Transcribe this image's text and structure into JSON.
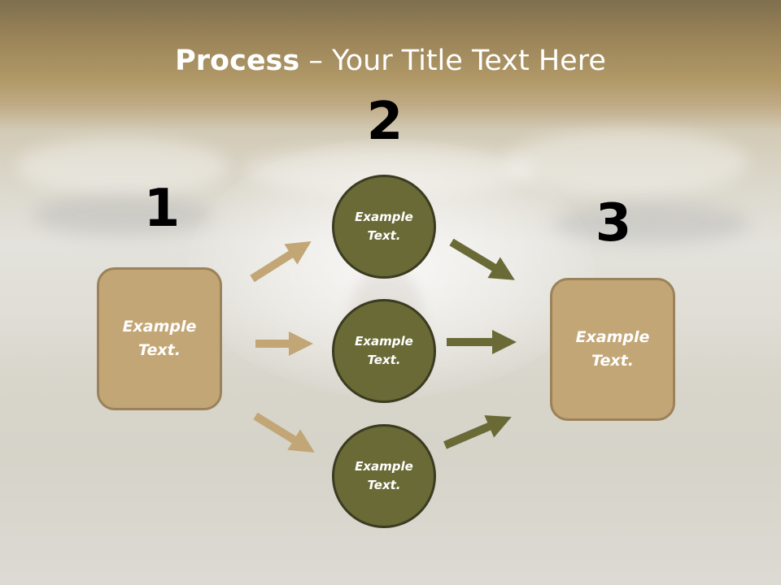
{
  "slide": {
    "title_bold": "Process",
    "title_rest": " – Your Title Text Here"
  },
  "steps": [
    {
      "number": "1"
    },
    {
      "number": "2"
    },
    {
      "number": "3"
    }
  ],
  "nodes": {
    "left_box": {
      "line1": "Example",
      "line2": "Text."
    },
    "circle_top": {
      "line1": "Example",
      "line2": "Text."
    },
    "circle_middle": {
      "line1": "Example",
      "line2": "Text."
    },
    "circle_bottom": {
      "line1": "Example",
      "line2": "Text."
    },
    "right_box": {
      "line1": "Example",
      "line2": "Text."
    }
  },
  "colors": {
    "box_fill": "#c3a676",
    "circle_fill": "#6a6a37",
    "arrow_in": "#c3a676",
    "arrow_out": "#6a6a37"
  }
}
